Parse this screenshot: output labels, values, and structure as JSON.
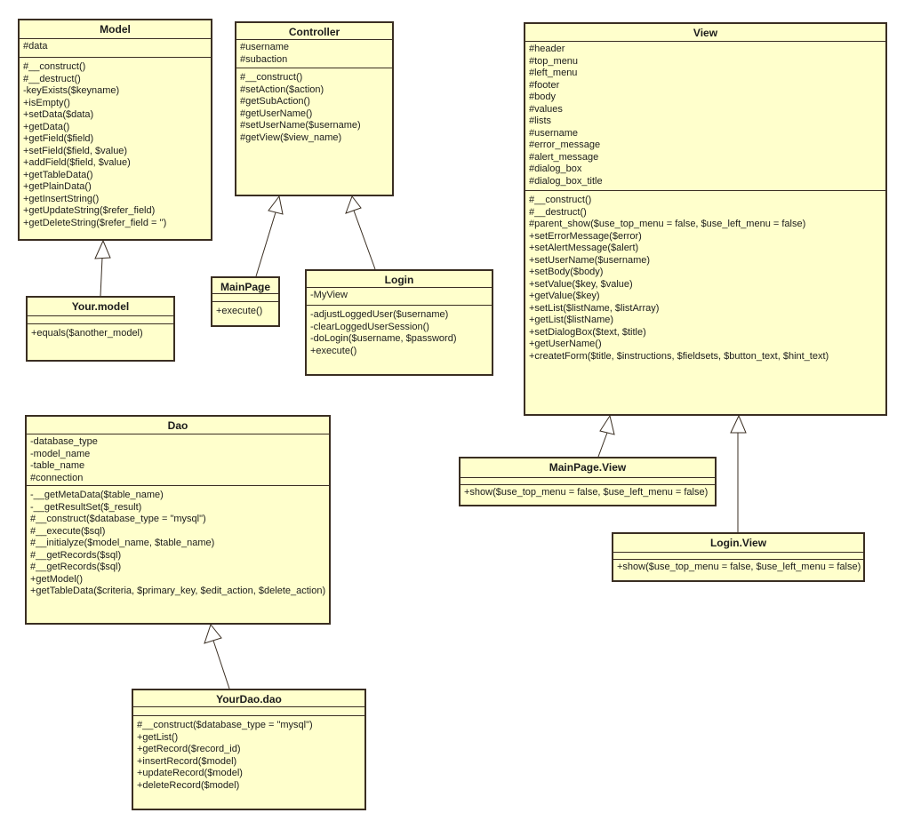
{
  "diagram": {
    "colors": {
      "box_fill": "#ffffcc",
      "box_border": "#3a2e22",
      "text": "#1c1c1c",
      "background": "#ffffff"
    }
  },
  "classes": {
    "model": {
      "name": "Model",
      "attributes": [
        "#data"
      ],
      "methods": [
        "#__construct()",
        "#__destruct()",
        "-keyExists($keyname)",
        "+isEmpty()",
        "+setData($data)",
        "+getData()",
        "+getField($field)",
        "+setField($field, $value)",
        "+addField($field, $value)",
        "+getTableData()",
        "+getPlainData()",
        "+getInsertString()",
        "+getUpdateString($refer_field)",
        "+getDeleteString($refer_field = '')"
      ]
    },
    "controller": {
      "name": "Controller",
      "attributes": [
        "#username",
        "#subaction"
      ],
      "methods": [
        "#__construct()",
        "#setAction($action)",
        "#getSubAction()",
        "#getUserName()",
        "#setUserName($username)",
        "#getView($view_name)"
      ]
    },
    "view": {
      "name": "View",
      "attributes": [
        "#header",
        "#top_menu",
        "#left_menu",
        "#footer",
        "#body",
        "#values",
        "#lists",
        "#username",
        "#error_message",
        "#alert_message",
        "#dialog_box",
        "#dialog_box_title"
      ],
      "methods": [
        "#__construct()",
        "#__destruct()",
        "#parent_show($use_top_menu = false, $use_left_menu = false)",
        "+setErrorMessage($error)",
        "+setAlertMessage($alert)",
        "+setUserName($username)",
        "+setBody($body)",
        "+setValue($key, $value)",
        "+getValue($key)",
        "+setList($listName, $listArray)",
        "+getList($listName)",
        "+setDialogBox($text, $title)",
        "+getUserName()",
        "+createtForm($title, $instructions, $fieldsets, $button_text, $hint_text)"
      ]
    },
    "your_model": {
      "name": "Your.model",
      "attributes": [],
      "methods": [
        "+equals($another_model)"
      ]
    },
    "mainpage": {
      "name": "MainPage",
      "attributes": [],
      "methods": [
        "+execute()"
      ]
    },
    "login": {
      "name": "Login",
      "attributes": [
        "-MyView"
      ],
      "methods": [
        "-adjustLoggedUser($username)",
        "-clearLoggedUserSession()",
        "-doLogin($username, $password)",
        "+execute()"
      ]
    },
    "dao": {
      "name": "Dao",
      "attributes": [
        "-database_type",
        "-model_name",
        "-table_name",
        "#connection"
      ],
      "methods": [
        "-__getMetaData($table_name)",
        "-__getResultSet($_result)",
        "#__construct($database_type = \"mysql\")",
        "#__execute($sql)",
        "#__initialyze($model_name, $table_name)",
        "#__getRecords($sql)",
        "#__getRecords($sql)",
        "+getModel()",
        "+getTableData($criteria, $primary_key, $edit_action, $delete_action)"
      ]
    },
    "yourdao": {
      "name": "YourDao.dao",
      "attributes": [],
      "methods": [
        "#__construct($database_type = \"mysql\")",
        "+getList()",
        "+getRecord($record_id)",
        "+insertRecord($model)",
        "+updateRecord($model)",
        "+deleteRecord($model)"
      ]
    },
    "mainpage_view": {
      "name": "MainPage.View",
      "attributes": [],
      "methods": [
        "+show($use_top_menu = false, $use_left_menu = false)"
      ]
    },
    "login_view": {
      "name": "Login.View",
      "attributes": [],
      "methods": [
        "+show($use_top_menu = false, $use_left_menu = false)"
      ]
    }
  },
  "relationships": [
    {
      "from": "Your.model",
      "to": "Model",
      "type": "inheritance"
    },
    {
      "from": "MainPage",
      "to": "Controller",
      "type": "inheritance"
    },
    {
      "from": "Login",
      "to": "Controller",
      "type": "inheritance"
    },
    {
      "from": "MainPage.View",
      "to": "View",
      "type": "inheritance"
    },
    {
      "from": "Login.View",
      "to": "View",
      "type": "inheritance"
    },
    {
      "from": "YourDao.dao",
      "to": "Dao",
      "type": "inheritance"
    }
  ]
}
